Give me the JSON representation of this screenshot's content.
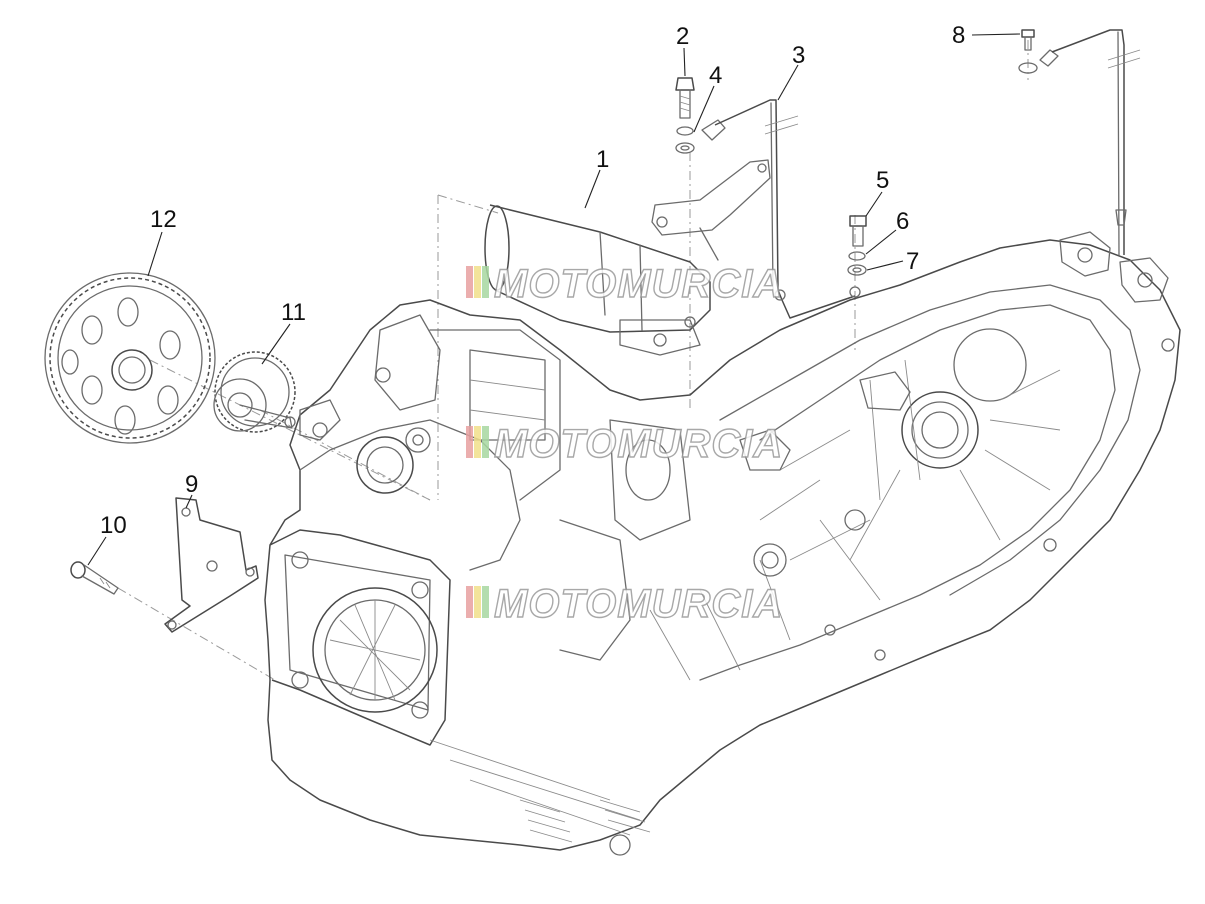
{
  "diagram": {
    "type": "exploded-parts-diagram",
    "callouts": [
      {
        "id": "1",
        "label": "1"
      },
      {
        "id": "2",
        "label": "2"
      },
      {
        "id": "3",
        "label": "3"
      },
      {
        "id": "4",
        "label": "4"
      },
      {
        "id": "5",
        "label": "5"
      },
      {
        "id": "6",
        "label": "6"
      },
      {
        "id": "7",
        "label": "7"
      },
      {
        "id": "8",
        "label": "8"
      },
      {
        "id": "9",
        "label": "9"
      },
      {
        "id": "10",
        "label": "10"
      },
      {
        "id": "11",
        "label": "11"
      },
      {
        "id": "12",
        "label": "12"
      }
    ],
    "watermark": {
      "text": "MOTOMURCIA",
      "stripe_colors": [
        "#e8a0a0",
        "#f2e08a",
        "#a8d8a0"
      ]
    },
    "colors": {
      "line": "#6b6b6b",
      "callout_text": "#111111",
      "background": "#ffffff"
    }
  }
}
